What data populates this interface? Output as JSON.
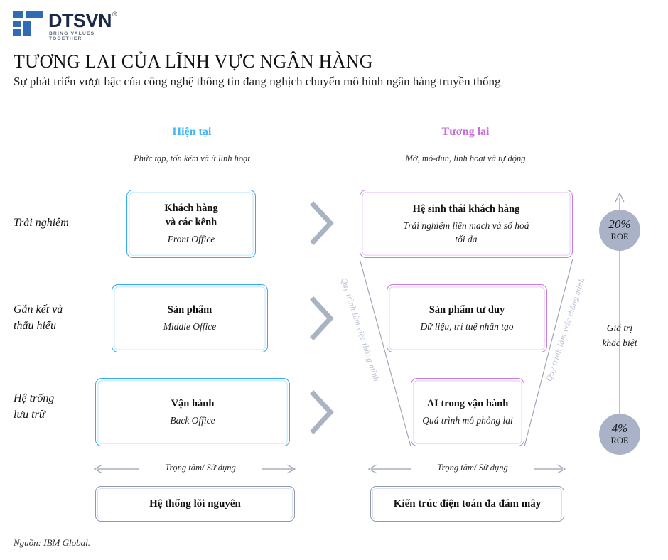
{
  "brand": {
    "name": "DTSVN",
    "registered": "®",
    "tagline": "BRING VALUES TOGETHER",
    "logo_color": "#2f6cb5",
    "text_color": "#1b2a4a"
  },
  "header": {
    "title": "TƯƠNG LAI CỦA LĨNH VỰC NGÂN HÀNG",
    "subtitle": "Sự phát triển vượt bậc của công nghệ thông tin đang nghịch chuyển mô hình ngân hàng truyền thống"
  },
  "columns": {
    "present": {
      "heading": "Hiện tại",
      "subheading": "Phức tạp, tốn kém và ít linh hoạt",
      "color": "#45b6f2"
    },
    "future": {
      "heading": "Tương lai",
      "subheading": "Mở, mô-đun, linh hoạt và tự động",
      "color": "#c66ddb"
    }
  },
  "row_labels": [
    "Trải nghiệm",
    "Gắn kết và\nthấu hiểu",
    "Hệ trống\nlưu trữ"
  ],
  "rows": [
    {
      "label_line1": "Trải nghiệm",
      "label_line2": "",
      "present": {
        "title_line1": "Khách hàng",
        "title_line2": "và các kênh",
        "subtitle_line1": "Front Office",
        "subtitle_line2": ""
      },
      "future": {
        "title_line1": "Hệ sinh thái khách hàng",
        "title_line2": "",
        "subtitle_line1": "Trải nghiệm liền mạch và số hoá",
        "subtitle_line2": "tối đa"
      }
    },
    {
      "label_line1": "Gắn kết và",
      "label_line2": "thấu hiểu",
      "present": {
        "title_line1": "Sản phẩm",
        "title_line2": "",
        "subtitle_line1": "Middle Office",
        "subtitle_line2": ""
      },
      "future": {
        "title_line1": "Sản phẩm tư duy",
        "title_line2": "",
        "subtitle_line1": "Dữ liệu, trí tuệ nhân tạo",
        "subtitle_line2": ""
      }
    },
    {
      "label_line1": "Hệ trống",
      "label_line2": "lưu trữ",
      "present": {
        "title_line1": "Vận hành",
        "title_line2": "",
        "subtitle_line1": "Back Office",
        "subtitle_line2": ""
      },
      "future": {
        "title_line1": "AI trong vận hành",
        "title_line2": "",
        "subtitle_line1": "Quá trình mô phỏng lại",
        "subtitle_line2": ""
      }
    }
  ],
  "funnel_captions": {
    "left": "Quy trình làm việc thông minh",
    "right": "Quy trình làm việc thông minh",
    "color": "#b9bfd4"
  },
  "value_axis": {
    "top_badge": {
      "percent": "20%",
      "label": "ROE"
    },
    "bottom_badge": {
      "percent": "4%",
      "label": "ROE"
    },
    "caption_line1": "Giá trị",
    "caption_line2": "khác biệt",
    "badge_color": "#aab2c8"
  },
  "focus": {
    "present_label": "Trọng tâm/ Sử dụng",
    "future_label": "Trọng tâm/ Sử dụng"
  },
  "footer_boxes": {
    "present": "Hệ thống lõi nguyên",
    "future": "Kiến trúc điện toán đa đám mây"
  },
  "source": "Nguồn: IBM Global.",
  "chevron_color": "#aab3c4"
}
